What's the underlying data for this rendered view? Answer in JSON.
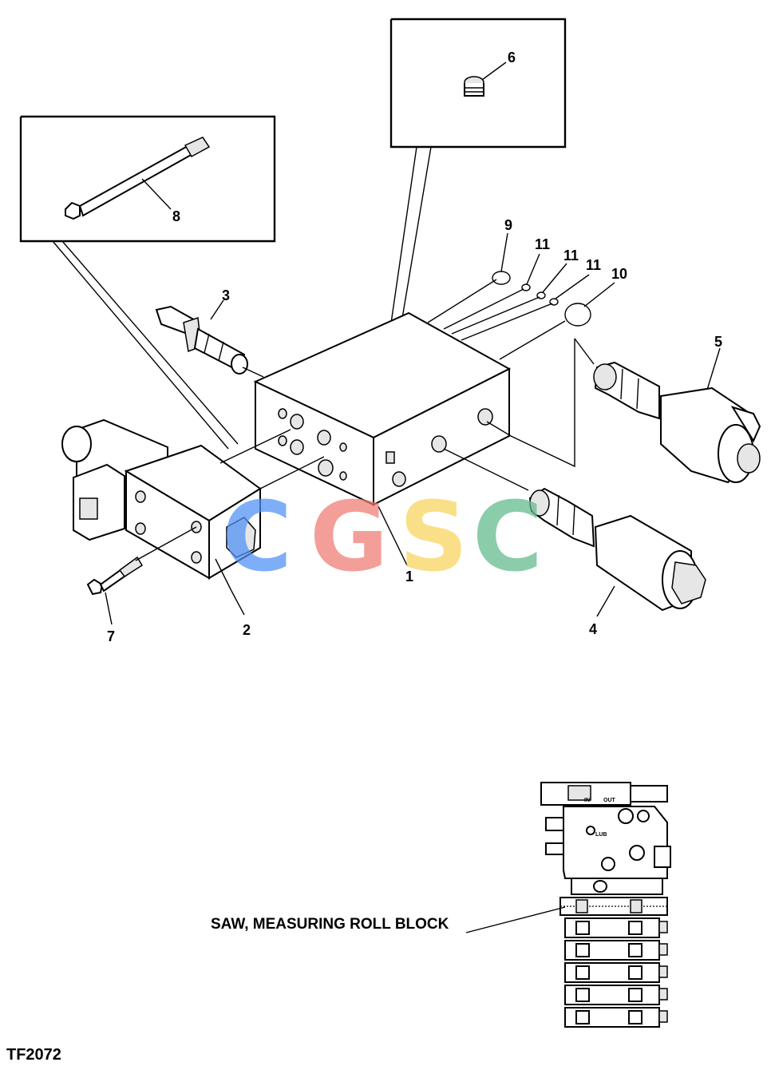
{
  "figure": {
    "id": "TF2072",
    "caption": "SAW, MEASURING ROLL BLOCK"
  },
  "callouts": {
    "c1": "1",
    "c2": "2",
    "c3": "3",
    "c4": "4",
    "c5": "5",
    "c6": "6",
    "c7": "7",
    "c8": "8",
    "c9": "9",
    "c10": "10",
    "c11a": "11",
    "c11b": "11",
    "c11c": "11"
  },
  "watermark": {
    "letters": [
      "C",
      "G",
      "S",
      "C"
    ],
    "colors": [
      "#4f8ff7",
      "#f17a72",
      "#f9d45c",
      "#5fb98a"
    ]
  },
  "valve_stack_labels": {
    "in": "IN",
    "out": "OUT",
    "lub": "LUB"
  }
}
